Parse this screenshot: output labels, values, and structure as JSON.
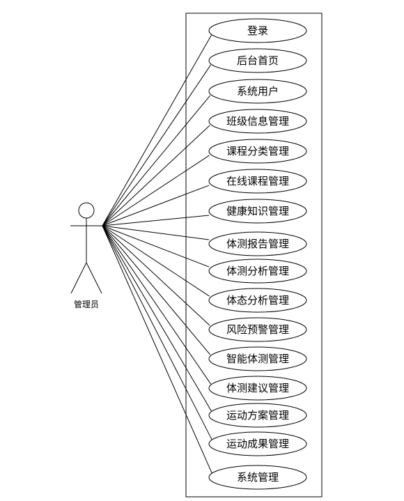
{
  "diagram": {
    "type": "uml-use-case",
    "actor": {
      "name": "管理员"
    },
    "use_cases": [
      "登录",
      "后台首页",
      "系统用户",
      "班级信息管理",
      "课程分类管理",
      "在线课程管理",
      "健康知识管理",
      "体测报告管理",
      "体测分析管理",
      "体态分析管理",
      "风险预警管理",
      "智能体测管理",
      "体测建议管理",
      "运动方案管理",
      "运动成果管理",
      "系统管理"
    ]
  }
}
